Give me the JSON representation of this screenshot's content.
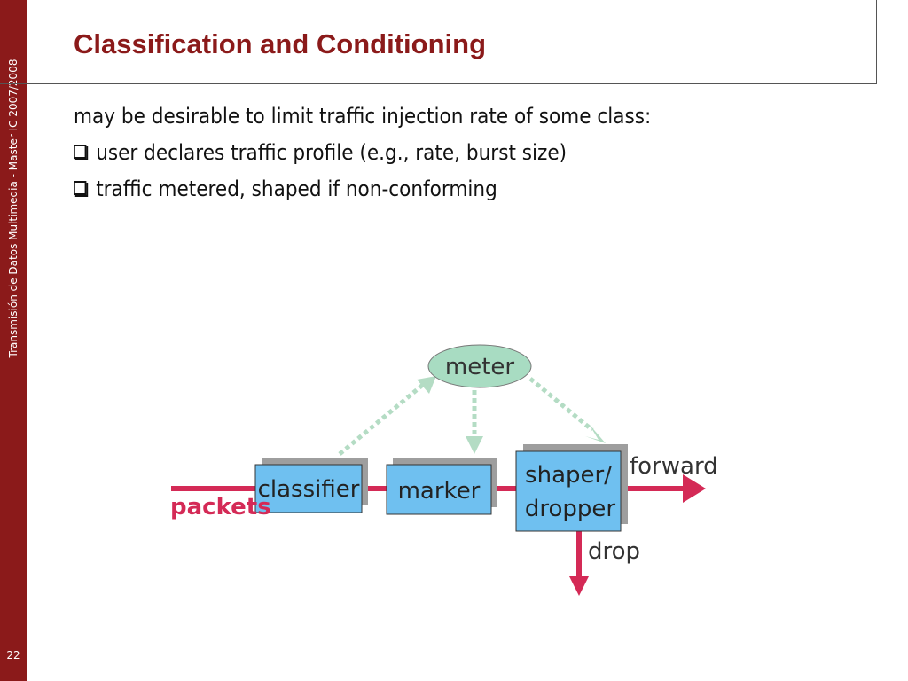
{
  "sidebar": {
    "text": "Transmisión de Datos Multimedia - Master IC 2007/2008",
    "slide_number": "22"
  },
  "slide": {
    "title": "Classification and Conditioning",
    "intro": "may be desirable to limit traffic injection rate of some class:",
    "bullets": [
      "user declares traffic profile (e.g., rate, burst size)",
      "traffic metered, shaped if non-conforming"
    ]
  },
  "diagram": {
    "nodes": {
      "meter": "meter",
      "classifier": "classifier",
      "marker": "marker",
      "shaper_line1": "shaper/",
      "shaper_line2": "dropper"
    },
    "labels": {
      "packets": "packets",
      "forward": "forward",
      "drop": "drop"
    },
    "colors": {
      "flow": "#d42a56",
      "box_fill": "#6fc0f0",
      "box_shadow": "#9e9e9e",
      "meter_fill": "#a8dcc2",
      "dashed": "#b4dcc4",
      "accent": "#8b1a1a"
    }
  }
}
